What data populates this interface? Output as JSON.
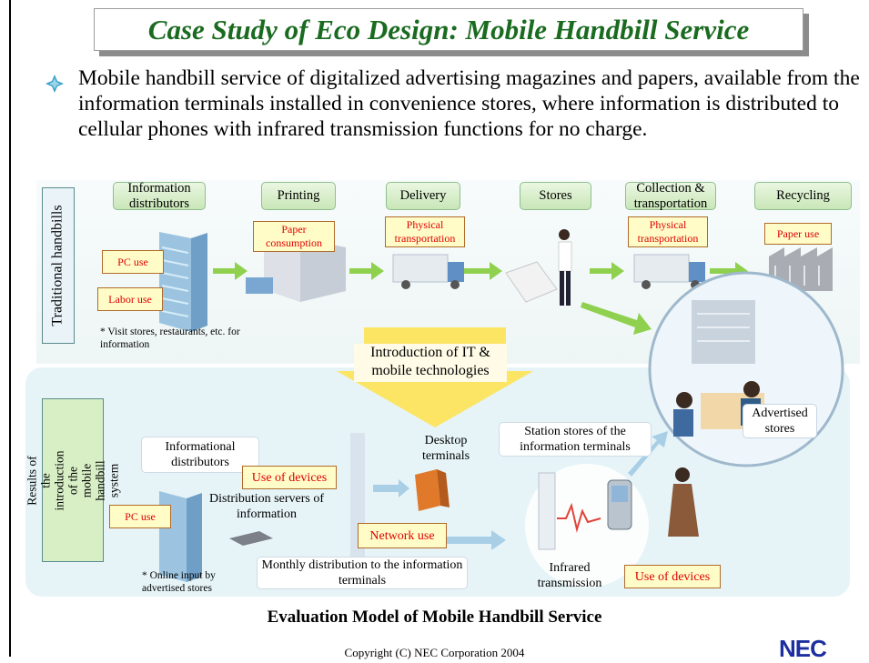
{
  "title": "Case Study of Eco Design: Mobile Handbill Service",
  "bullet": "Mobile handbill service of digitalized advertising magazines and papers, available from the information terminals installed in convenience stores, where information is distributed to cellular phones with infrared transmission functions for no charge.",
  "traditional": {
    "label": "Traditional handbills",
    "stages": [
      "Information distributors",
      "Printing",
      "Delivery",
      "Stores",
      "Collection & transportation",
      "Recycling"
    ],
    "tags": {
      "pc_use": "PC use",
      "labor_use": "Labor use",
      "paper_consumption": "Paper consumption",
      "physical_transport_1": "Physical transportation",
      "physical_transport_2": "Physical transportation",
      "paper_use": "Paper use"
    },
    "note": "* Visit stores, restaurants, etc. for information"
  },
  "banner": "Introduction of IT & mobile technologies",
  "results": {
    "label": "Results of the introduction of the mobile handbill system",
    "informational_distributors": "Informational distributors",
    "use_of_devices_1": "Use of devices",
    "distribution_servers": "Distribution servers of information",
    "pc_use": "PC use",
    "network_use": "Network use",
    "desktop_terminals": "Desktop terminals",
    "station_stores": "Station stores of the information terminals",
    "monthly_distribution": "Monthly distribution to the information terminals",
    "infrared": "Infrared transmission",
    "use_of_devices_2": "Use of devices",
    "online_note": "* Online input by advertised stores",
    "advertised_stores": "Advertised stores"
  },
  "footer_title": "Evaluation Model of Mobile Handbill Service",
  "copyright": "Copyright (C) NEC Corporation 2004",
  "logo": "NEC",
  "colors": {
    "title": "#1a6b20",
    "tag_text": "#e00000",
    "logo": "#1d2fa0",
    "bullet": "#3aa0c8"
  }
}
